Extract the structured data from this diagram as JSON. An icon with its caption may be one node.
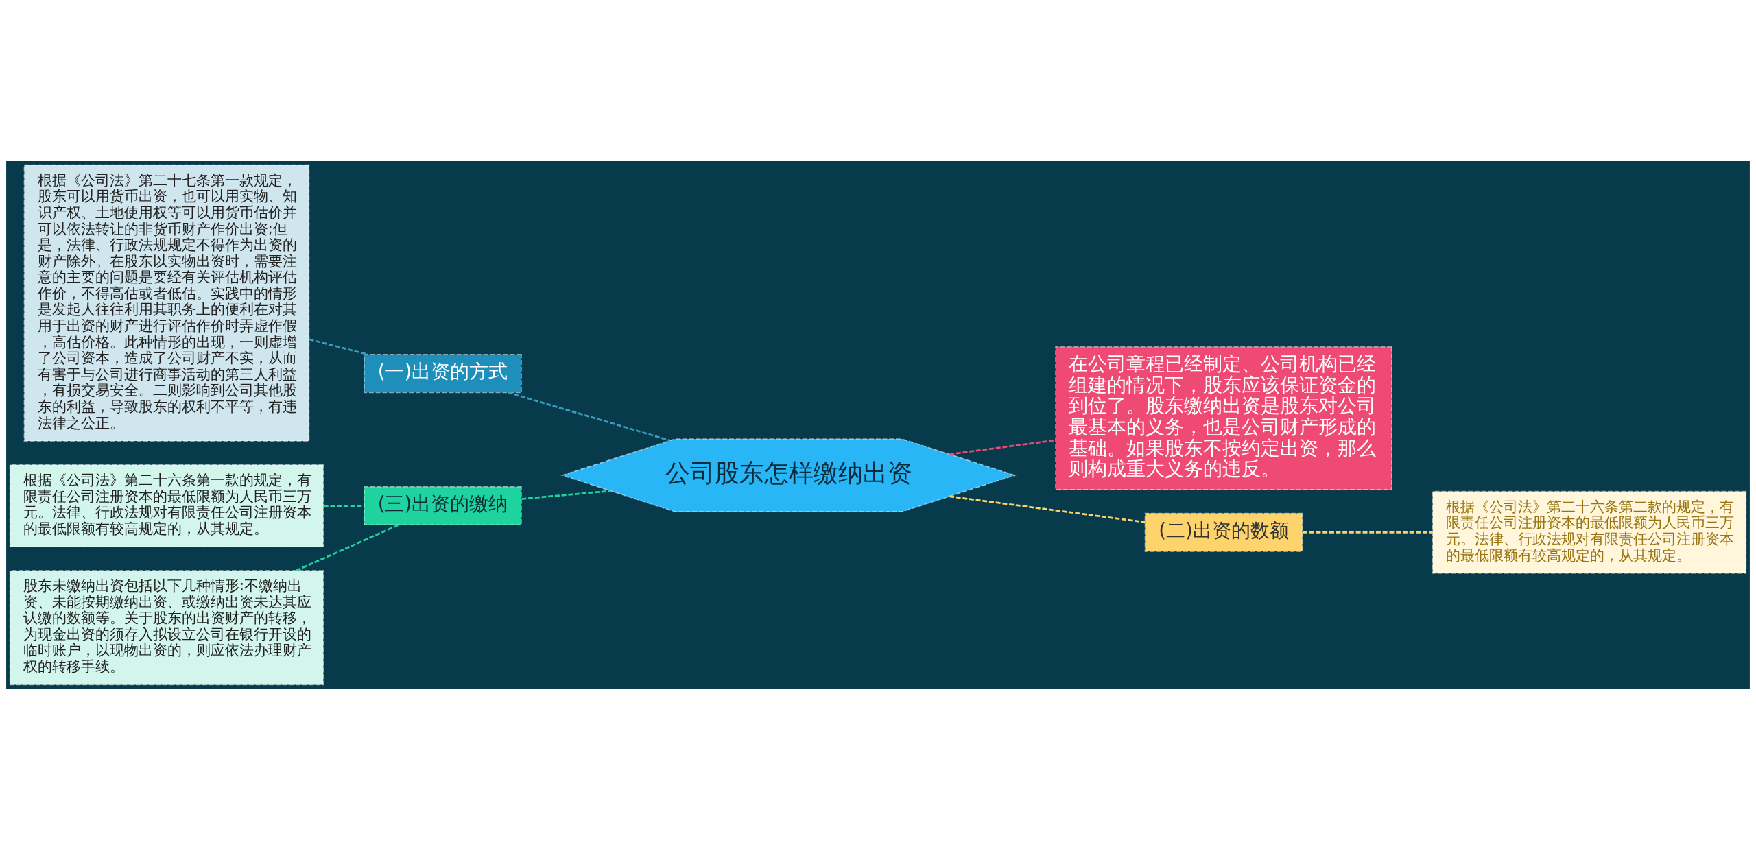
{
  "diagram": {
    "nodes": [
      {
        "text": [
          "公司股东怎样缴纳出资"
        ]
      },
      {
        "text": [
          "(一)出资的方式"
        ]
      },
      {
        "text": [
          "根据《公司法》第二十七条第一款规定，股东可以用货币出资，也可以用实物、知识产权、土地使用权等可以用货币估价并可以依法转让的非货币财产作价出资;但是，法律、行政法规规定不得作为出资的财产除外。在股东以实物出资时，需要注意的主要的问题是要经有关评估机构评估作价，不得高估或者低估。实践中的情形是发起人往往利用其职务上的便利在对其用于出资的财产进行评估作价时弄虚作假，高估价格。此种情形的出现，一则虚增了公司资本，造成了公司财产不实，从而有害于与公司进行商事活动的第三人利益，有损交易安全。二则影响到公司其他股东的利益，导致股东的权利不平等，有违法律之公正。"
        ]
      },
      {
        "text": [
          "(三)出资的缴纳"
        ]
      },
      {
        "text": [
          "根据《公司法》第二十六条第一款的规定，有限责任公司注册资本的最低限额为人民币三万元。法律、行政法规对有限责任公司注册资本的最低限额有较高规定的，从其规定。"
        ]
      },
      {
        "text": [
          "股东未缴纳出资包括以下几种情形:不缴纳出资、未能按期缴纳出资、或缴纳出资未达其应认缴的数额等。关于股东的出资财产的转移，为现金出资的须存入拟设立公司在银行开设的临时账户，以现物出资的，则应依法办理财产权的转移手续。"
        ]
      },
      {
        "text": [
          "在公司章程已经制定、公司机构已经组建的情况下，股东应该保证资金的到位了。股东缴纳出资是股东对公司最基本的义务，也是公司财产形成的基础。如果股东不按约定出资，那么则构成重大义务的违反。"
        ]
      },
      {
        "text": [
          "(二)出资的数额"
        ]
      },
      {
        "text": [
          "根据《公司法》第二十六条第二款的规定，有限责任公司注册资本的最低限额为人民币三万元。法律、行政法规对有限责任公司注册资本的最低限额有较高规定的，从其规定。"
        ]
      }
    ],
    "edges": [
      {
        "from": 0,
        "to": 1,
        "arrow": "none",
        "style": "dashed",
        "color": "#3a9cc0"
      },
      {
        "from": 1,
        "to": 2,
        "arrow": "none",
        "style": "dashed",
        "color": "#3a9cc0"
      },
      {
        "from": 0,
        "to": 3,
        "arrow": "none",
        "style": "dashed",
        "color": "#22d3a0"
      },
      {
        "from": 3,
        "to": 4,
        "arrow": "none",
        "style": "dashed",
        "color": "#22d3a0"
      },
      {
        "from": 3,
        "to": 5,
        "arrow": "none",
        "style": "dashed",
        "color": "#22d3a0"
      },
      {
        "from": 0,
        "to": 6,
        "arrow": "none",
        "style": "dashed",
        "color": "#ef4a73"
      },
      {
        "from": 0,
        "to": 7,
        "arrow": "none",
        "style": "dashed",
        "color": "#fdd36b"
      },
      {
        "from": 7,
        "to": 8,
        "arrow": "none",
        "style": "dashed",
        "color": "#fdd36b"
      }
    ]
  }
}
